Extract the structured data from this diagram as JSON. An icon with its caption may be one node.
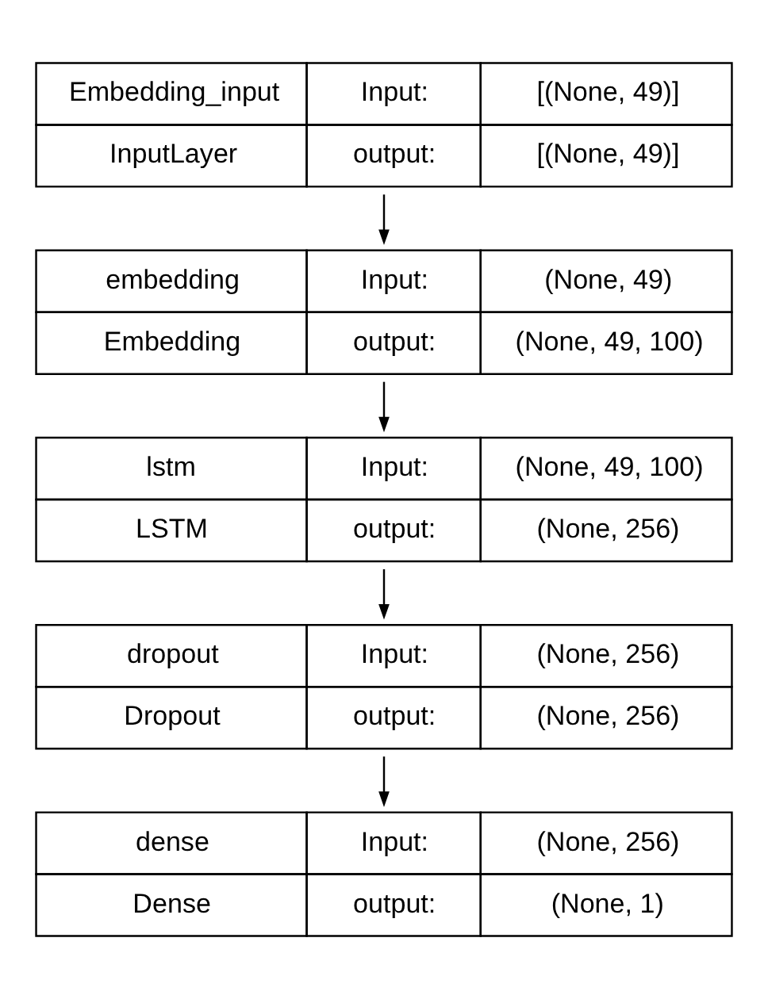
{
  "diagram": {
    "nodes": [
      {
        "text": [
          "Embedding_input",
          "Input:",
          "[(None, 49)]",
          "InputLayer",
          "output:",
          "[(None, 49)]"
        ]
      },
      {
        "text": [
          "embedding",
          "Input:",
          "(None, 49)",
          "Embedding",
          "output:",
          "(None, 49, 100)"
        ]
      },
      {
        "text": [
          "lstm",
          "Input:",
          "(None, 49, 100)",
          "LSTM",
          "output:",
          "(None, 256)"
        ]
      },
      {
        "text": [
          "dropout",
          "Input:",
          "(None, 256)",
          "Dropout",
          "output:",
          "(None, 256)"
        ]
      },
      {
        "text": [
          "dense",
          "Input:",
          "(None, 256)",
          "Dense",
          "output:",
          "(None, 1)"
        ]
      }
    ],
    "edges": [
      {
        "from": 0,
        "to": 1,
        "arrow": "to"
      },
      {
        "from": 1,
        "to": 2,
        "arrow": "to"
      },
      {
        "from": 2,
        "to": 3,
        "arrow": "to"
      },
      {
        "from": 3,
        "to": 4,
        "arrow": "to"
      }
    ]
  }
}
